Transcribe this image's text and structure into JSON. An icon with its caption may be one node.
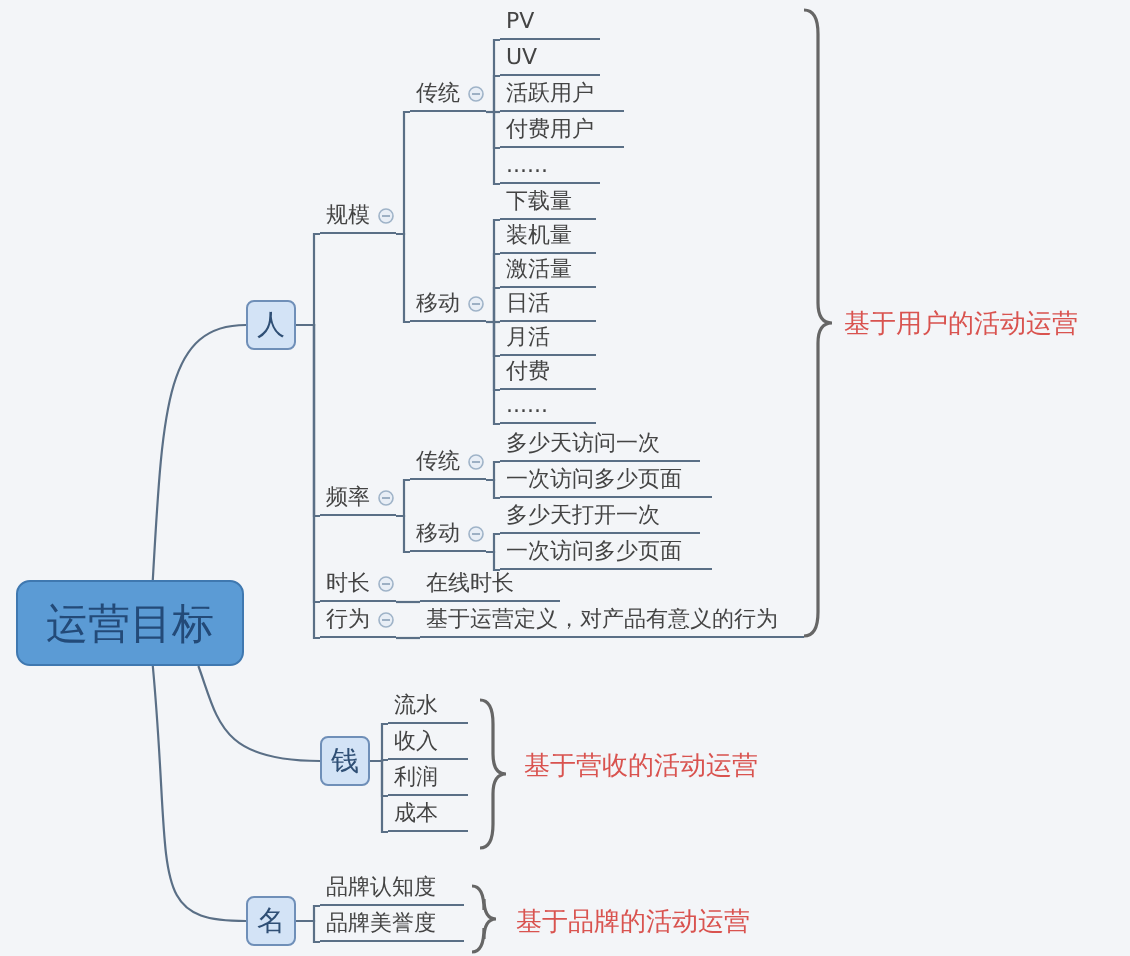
{
  "diagram": {
    "nodes": [
      {
        "text": [
          "运营目标"
        ]
      },
      {
        "text": [
          "人"
        ]
      },
      {
        "text": [
          "规模"
        ]
      },
      {
        "text": [
          "传统"
        ]
      },
      {
        "text": [
          "PV"
        ]
      },
      {
        "text": [
          "UV"
        ]
      },
      {
        "text": [
          "活跃用户"
        ]
      },
      {
        "text": [
          "付费用户"
        ]
      },
      {
        "text": [
          "......"
        ]
      },
      {
        "text": [
          "移动"
        ]
      },
      {
        "text": [
          "下载量"
        ]
      },
      {
        "text": [
          "装机量"
        ]
      },
      {
        "text": [
          "激活量"
        ]
      },
      {
        "text": [
          "日活"
        ]
      },
      {
        "text": [
          "月活"
        ]
      },
      {
        "text": [
          "付费"
        ]
      },
      {
        "text": [
          "......"
        ]
      },
      {
        "text": [
          "频率"
        ]
      },
      {
        "text": [
          "传统"
        ]
      },
      {
        "text": [
          "多少天访问一次"
        ]
      },
      {
        "text": [
          "一次访问多少页面"
        ]
      },
      {
        "text": [
          "移动"
        ]
      },
      {
        "text": [
          "多少天打开一次"
        ]
      },
      {
        "text": [
          "一次访问多少页面"
        ]
      },
      {
        "text": [
          "时长"
        ]
      },
      {
        "text": [
          "在线时长"
        ]
      },
      {
        "text": [
          "行为"
        ]
      },
      {
        "text": [
          "基于运营定义，对产品有意义的行为"
        ]
      },
      {
        "text": [
          "钱"
        ]
      },
      {
        "text": [
          "流水"
        ]
      },
      {
        "text": [
          "收入"
        ]
      },
      {
        "text": [
          "利润"
        ]
      },
      {
        "text": [
          "成本"
        ]
      },
      {
        "text": [
          "名"
        ]
      },
      {
        "text": [
          "品牌认知度"
        ]
      },
      {
        "text": [
          "品牌美誉度"
        ]
      }
    ],
    "edges": [
      {
        "from": 0,
        "to": 1,
        "arrow": "none"
      },
      {
        "from": 0,
        "to": 28,
        "arrow": "none"
      },
      {
        "from": 0,
        "to": 33,
        "arrow": "none"
      },
      {
        "from": 1,
        "to": 2,
        "arrow": "none"
      },
      {
        "from": 1,
        "to": 17,
        "arrow": "none"
      },
      {
        "from": 1,
        "to": 24,
        "arrow": "none"
      },
      {
        "from": 1,
        "to": 26,
        "arrow": "none"
      },
      {
        "from": 2,
        "to": 3,
        "arrow": "none"
      },
      {
        "from": 2,
        "to": 9,
        "arrow": "none"
      },
      {
        "from": 3,
        "to": 4,
        "arrow": "none"
      },
      {
        "from": 3,
        "to": 5,
        "arrow": "none"
      },
      {
        "from": 3,
        "to": 6,
        "arrow": "none"
      },
      {
        "from": 3,
        "to": 7,
        "arrow": "none"
      },
      {
        "from": 3,
        "to": 8,
        "arrow": "none"
      },
      {
        "from": 9,
        "to": 10,
        "arrow": "none"
      },
      {
        "from": 9,
        "to": 11,
        "arrow": "none"
      },
      {
        "from": 9,
        "to": 12,
        "arrow": "none"
      },
      {
        "from": 9,
        "to": 13,
        "arrow": "none"
      },
      {
        "from": 9,
        "to": 14,
        "arrow": "none"
      },
      {
        "from": 9,
        "to": 15,
        "arrow": "none"
      },
      {
        "from": 9,
        "to": 16,
        "arrow": "none"
      },
      {
        "from": 17,
        "to": 18,
        "arrow": "none"
      },
      {
        "from": 17,
        "to": 21,
        "arrow": "none"
      },
      {
        "from": 18,
        "to": 19,
        "arrow": "none"
      },
      {
        "from": 18,
        "to": 20,
        "arrow": "none"
      },
      {
        "from": 21,
        "to": 22,
        "arrow": "none"
      },
      {
        "from": 21,
        "to": 23,
        "arrow": "none"
      },
      {
        "from": 24,
        "to": 25,
        "arrow": "none"
      },
      {
        "from": 26,
        "to": 27,
        "arrow": "none"
      },
      {
        "from": 28,
        "to": 29,
        "arrow": "none"
      },
      {
        "from": 28,
        "to": 30,
        "arrow": "none"
      },
      {
        "from": 28,
        "to": 31,
        "arrow": "none"
      },
      {
        "from": 28,
        "to": 32,
        "arrow": "none"
      },
      {
        "from": 33,
        "to": 34,
        "arrow": "none"
      },
      {
        "from": 33,
        "to": 35,
        "arrow": "none"
      }
    ],
    "labels": [
      "基于用户的活动运营",
      "基于营收的活动运营",
      "基于品牌的活动运营"
    ]
  }
}
